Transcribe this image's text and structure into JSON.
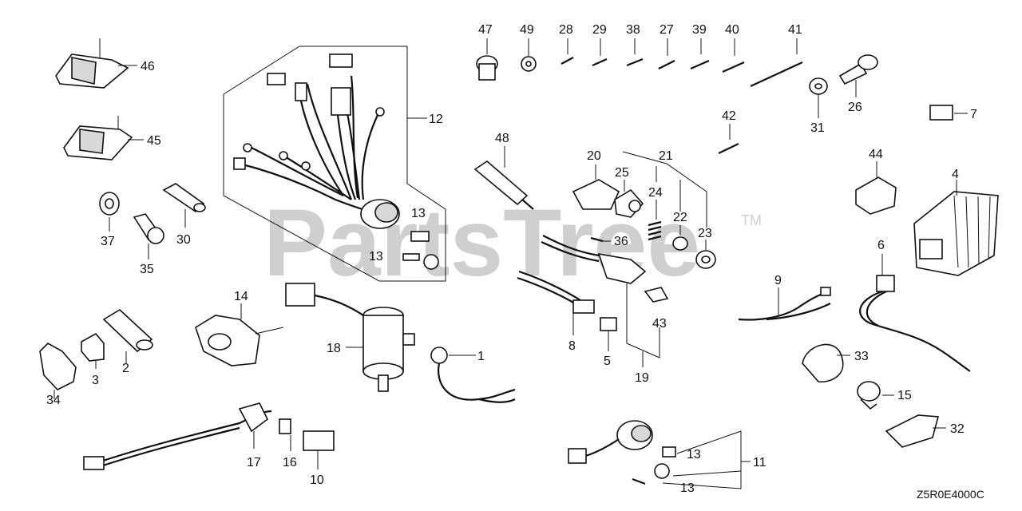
{
  "diagram": {
    "watermark": "PartsTree",
    "watermark_tm": "TM",
    "diagram_code": "Z5R0E4000C",
    "callouts": [
      "1",
      "2",
      "3",
      "4",
      "5",
      "6",
      "7",
      "8",
      "9",
      "10",
      "11",
      "12",
      "13",
      "13",
      "13",
      "13",
      "14",
      "15",
      "16",
      "17",
      "18",
      "19",
      "20",
      "21",
      "22",
      "23",
      "24",
      "25",
      "26",
      "27",
      "28",
      "29",
      "30",
      "31",
      "32",
      "33",
      "34",
      "35",
      "36",
      "37",
      "38",
      "39",
      "40",
      "41",
      "42",
      "43",
      "44",
      "45",
      "46",
      "47",
      "48",
      "49"
    ]
  }
}
